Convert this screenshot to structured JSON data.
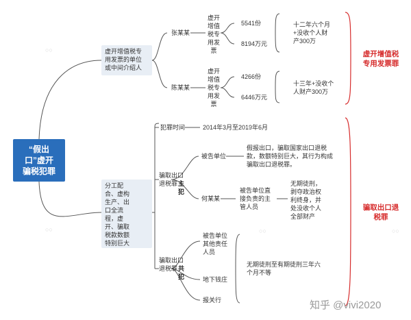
{
  "root": {
    "label": "“假出\n口”虚开\n骗税犯罪"
  },
  "branch1": {
    "box": "虚开增值税专\n用发票的单位\n或中间介绍人",
    "category": "虚开增值税\n专用发票罪",
    "zhang": {
      "name": "张某某",
      "item": "虚开\n增值\n税专\n用发\n票",
      "count": "5541份",
      "amount": "8194万元",
      "sentence": "十二年六个月\n+没收个人财\n产300万"
    },
    "chen": {
      "name": "陈某某",
      "item": "虚开\n增值\n税专\n用发\n票",
      "count": "4266份",
      "amount": "6446万元",
      "sentence": "十三年+没收个\n人财产300万"
    }
  },
  "branch2": {
    "box": "分工配\n合、虚构\n生产、出\n口全流\n程，虚\n开、骗取\n税款数额\n特别巨大",
    "category": "骗取出口退\n税罪",
    "time_label": "犯罪时间",
    "time_value": "2014年3月至2019年6月",
    "main": {
      "label": "骗取出口\n退税罪",
      "suffix": "主\n犯",
      "unit": "被告单位",
      "unit_desc": "假报出口，骗取国家出口退税\n款，数额特别巨大，其行为构成\n骗取出口退税罪。",
      "person": "何某某",
      "person_desc": "被告单位直\n接负责的主\n管人员",
      "sentence": "无期徒刑，\n剥夺政治权\n利终身，并\n处没收个人\n全部财产"
    },
    "accomplice": {
      "label": "骗取出口\n退税罪",
      "suffix": "共\n犯",
      "items": [
        "被告单位\n其他责任\n人员",
        "地下钱庄",
        "报关行"
      ],
      "sentence": "无期徒刑至有期徒刑三年六\n个月不等"
    }
  },
  "watermark": "知乎 @vivi2020",
  "colors": {
    "root_fill": "#2a6ebb",
    "box_fill": "#e8eef5",
    "accent_red": "#d62b2b",
    "line": "#555555"
  },
  "icons": [
    "scatter-mark-icon"
  ]
}
